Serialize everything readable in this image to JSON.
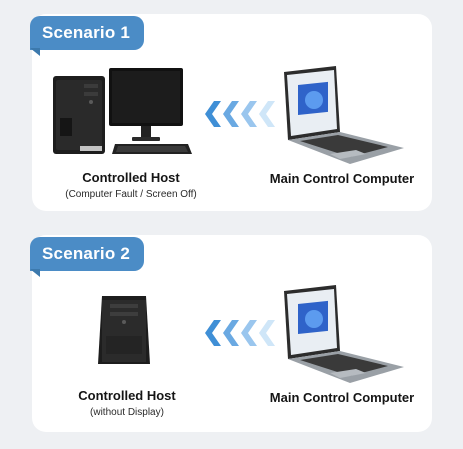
{
  "scenario1": {
    "tag": "Scenario 1",
    "host_label": "Controlled Host",
    "host_sublabel": "(Computer Fault / Screen Off)",
    "main_label": "Main Control Computer"
  },
  "scenario2": {
    "tag": "Scenario 2",
    "host_label": "Controlled Host",
    "host_sublabel": "(without Display)",
    "main_label": "Main Control Computer"
  },
  "colors": {
    "tag_bg": "#4b8cc6",
    "arrow_dark": "#3f8fd6",
    "arrow_light": "#cfe6f8",
    "card_bg": "#ffffff",
    "page_bg": "#eef0f3"
  },
  "icons": [
    "desktop-tower-icon",
    "monitor-icon",
    "keyboard-icon",
    "laptop-icon",
    "chevron-left-icon",
    "tower-pc-icon"
  ]
}
